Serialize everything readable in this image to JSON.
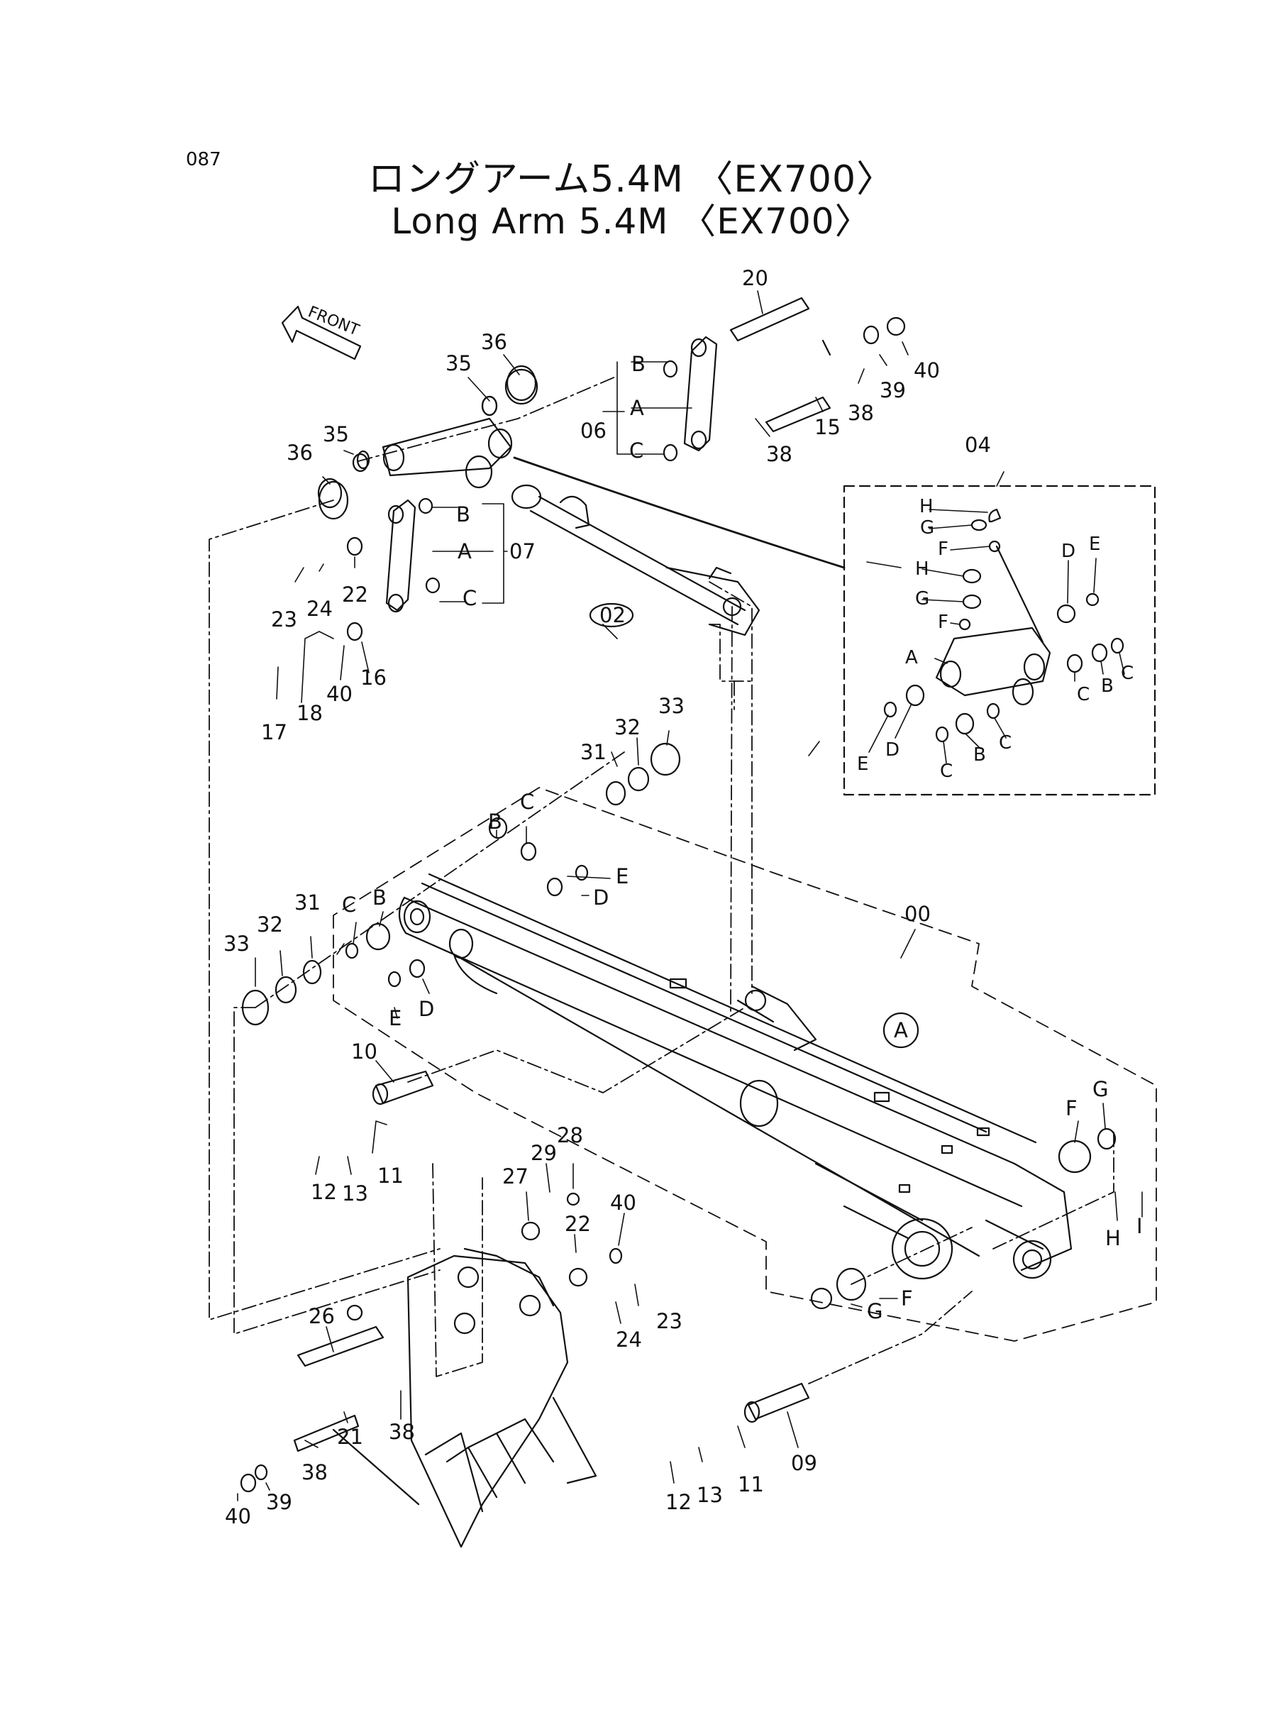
{
  "page_number": "087",
  "title_jp": "ロングアーム5.4M 〈EX700〉",
  "title_en": "Long Arm 5.4M 〈EX700〉",
  "front_label": "FRONT",
  "labels": {
    "p20": "20",
    "p36a": "36",
    "p35a": "35",
    "p35b": "35",
    "p36b": "36",
    "p40a": "40",
    "p39a": "39",
    "p38a": "38",
    "p15": "15",
    "p38b": "38",
    "g06": "06",
    "g06b": "B",
    "g06a": "A",
    "g06c": "C",
    "g07": "07",
    "g07b": "B",
    "g07a": "A",
    "g07c": "C",
    "p23a": "23",
    "p24a": "24",
    "p22a": "22",
    "p17": "17",
    "p18": "18",
    "p40b": "40",
    "p16": "16",
    "p02": "02",
    "p04": "04",
    "d04h1": "H",
    "d04g1": "G",
    "d04f1": "F",
    "d04h2": "H",
    "d04g2": "G",
    "d04f2": "F",
    "d04a": "A",
    "d04d1": "D",
    "d04e1": "E",
    "d04c1": "C",
    "d04b1": "B",
    "d04c2": "C",
    "d04e2": "E",
    "d04d2": "D",
    "d04c3": "C",
    "d04b2": "B",
    "d04c4": "C",
    "p31a": "31",
    "p32a": "32",
    "p33a": "33",
    "lb1": "B",
    "lc1": "C",
    "le1": "E",
    "ld1": "D",
    "p31b": "31",
    "p32b": "32",
    "p33b": "33",
    "lc2": "C",
    "lb2": "B",
    "le2": "E",
    "ld2": "D",
    "p00": "00",
    "refA": "A",
    "lf1": "F",
    "lg1": "G",
    "lh1": "H",
    "li1": "I",
    "lf2": "F",
    "lg2": "G",
    "p10": "10",
    "p11a": "11",
    "p12a": "12",
    "p13a": "13",
    "p28": "28",
    "p29": "29",
    "p27": "27",
    "p22b": "22",
    "p40c": "40",
    "p23b": "23",
    "p24b": "24",
    "p26": "26",
    "p21": "21",
    "p38c": "38",
    "p38d": "38",
    "p39b": "39",
    "p40d": "40",
    "p09": "09",
    "p11b": "11",
    "p12b": "12",
    "p13b": "13"
  }
}
